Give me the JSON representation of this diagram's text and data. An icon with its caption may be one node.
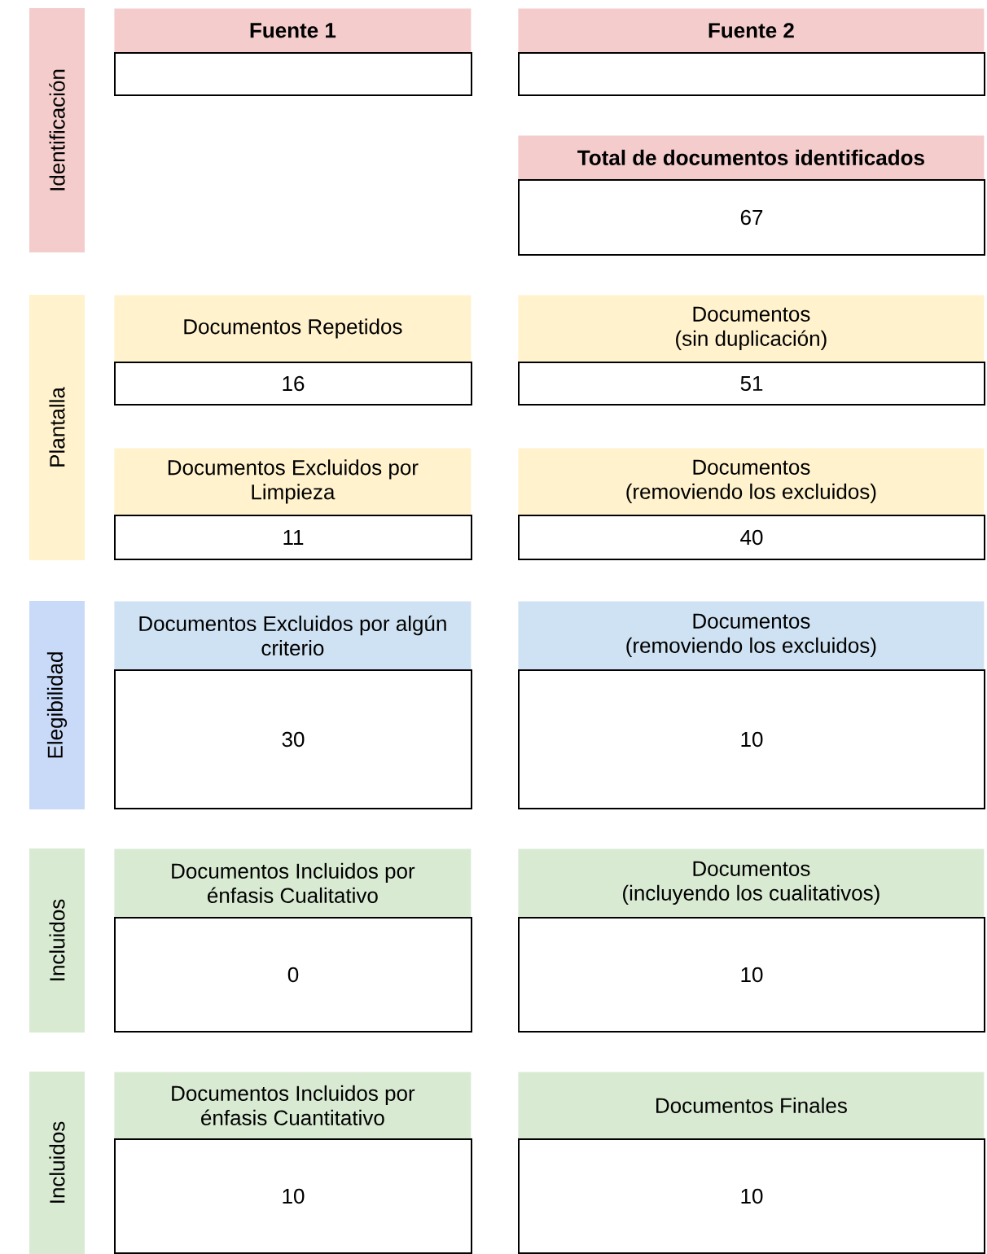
{
  "diagram": {
    "nodes": [
      {
        "text": [
          "Identificación"
        ]
      },
      {
        "text": [
          "Fuente 1"
        ]
      },
      {
        "text": [],
        "shape": "box"
      },
      {
        "text": [
          "Fuente 2"
        ]
      },
      {
        "text": [],
        "shape": "box"
      },
      {
        "text": [
          "Total de documentos identificados"
        ]
      },
      {
        "text": [
          "67"
        ]
      },
      {
        "text": [
          "Plantalla"
        ]
      },
      {
        "text": [
          "Documentos Repetidos"
        ]
      },
      {
        "text": [
          "16"
        ]
      },
      {
        "text": [
          "Documentos (sin duplicación)"
        ]
      },
      {
        "text": [
          "51"
        ]
      },
      {
        "text": [
          "Documentos Excluidos por Limpieza"
        ]
      },
      {
        "text": [
          "11"
        ]
      },
      {
        "text": [
          "Documentos (removiendo los excluidos)"
        ]
      },
      {
        "text": [
          "40"
        ]
      },
      {
        "text": [
          "Elegibilidad"
        ]
      },
      {
        "text": [
          "Documentos Excluidos por algún criterio"
        ]
      },
      {
        "text": [
          "30"
        ]
      },
      {
        "text": [
          "Documentos (removiendo los excluidos)"
        ]
      },
      {
        "text": [
          "10"
        ]
      },
      {
        "text": [
          "Incluidos"
        ]
      },
      {
        "text": [
          "Documentos Incluidos por énfasis Cualitativo"
        ]
      },
      {
        "text": [
          "0"
        ]
      },
      {
        "text": [
          "Documentos (incluyendo los cualitativos)"
        ]
      },
      {
        "text": [
          "10"
        ]
      },
      {
        "text": [
          "Incluidos"
        ]
      },
      {
        "text": [
          "Documentos Incluidos por énfasis Cuantitativo"
        ]
      },
      {
        "text": [
          "10"
        ]
      },
      {
        "text": [
          "Documentos Finales"
        ]
      },
      {
        "text": [
          "10"
        ]
      }
    ]
  }
}
